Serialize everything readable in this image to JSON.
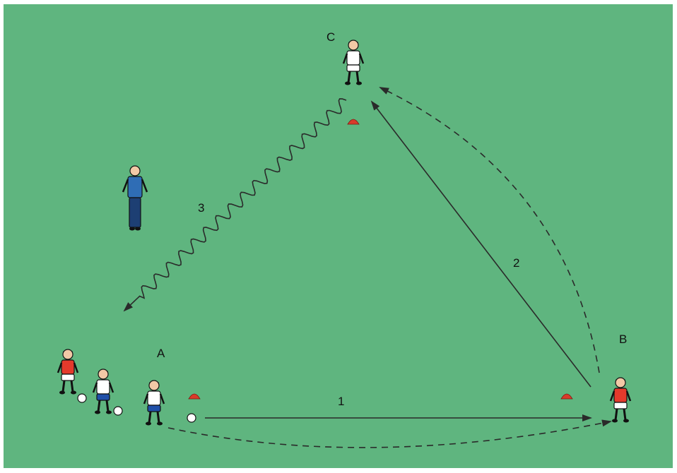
{
  "players": {
    "a": {
      "label": "A",
      "shirt": "#ffffff",
      "shorts": "#1f4fa8"
    },
    "b": {
      "label": "B",
      "shirt": "#e43a2c",
      "shorts": "#ffffff"
    },
    "c": {
      "label": "C",
      "shirt": "#ffffff",
      "shorts": "#ffffff"
    },
    "queue_1": {
      "shirt": "#e43a2c",
      "shorts": "#ffffff"
    },
    "queue_2": {
      "shirt": "#ffffff",
      "shorts": "#1f4fa8"
    }
  },
  "coach": {
    "jacket": "#2f6db5",
    "trousers": "#1d3f73"
  },
  "actions": {
    "pass_1": {
      "label": "1",
      "type": "pass"
    },
    "pass_2": {
      "label": "2",
      "type": "pass"
    },
    "run_3": {
      "label": "3",
      "type": "dribble"
    }
  },
  "colors": {
    "pitch": "#5fb57f",
    "cone": "#d93a2a",
    "line": "#2a2a2a"
  }
}
